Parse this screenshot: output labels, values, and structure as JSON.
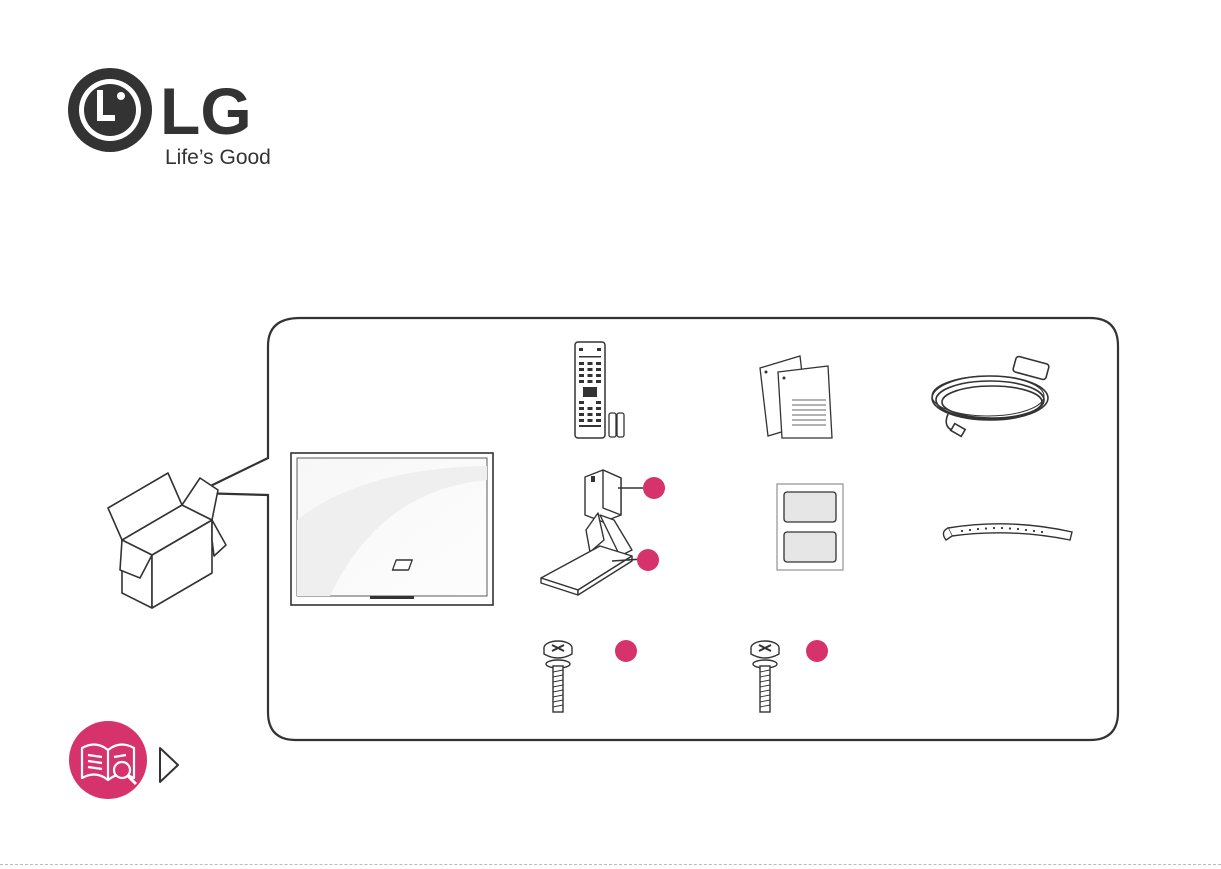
{
  "brand": {
    "wordmark": "LG",
    "tagline": "Life’s Good"
  },
  "colors": {
    "accent": "#d6336c",
    "brand_red": "#a50034",
    "line": "#333333"
  },
  "icons": {
    "manual_icon": "open-book-magnifier-icon",
    "arrow_icon": "triangle-right-icon"
  },
  "contents": [
    {
      "item": "tv-panel"
    },
    {
      "item": "remote-control-and-batteries"
    },
    {
      "item": "user-manuals"
    },
    {
      "item": "power-cord"
    },
    {
      "item": "stand-body-and-base"
    },
    {
      "item": "stickers"
    },
    {
      "item": "cable-holder"
    },
    {
      "item": "stand-screws-a"
    },
    {
      "item": "stand-screws-b"
    }
  ]
}
